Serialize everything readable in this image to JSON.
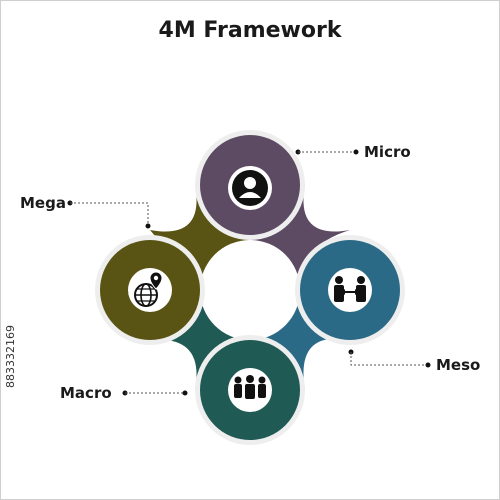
{
  "title": "4M Framework",
  "stock_id": "883332169",
  "colors": {
    "micro": "#5d4a63",
    "meso": "#2a6a86",
    "macro": "#1f5a55",
    "mega": "#5a5414",
    "icon_bg": "#ffffff",
    "icon_fg": "#111111"
  },
  "items": [
    {
      "key": "micro",
      "label": "Micro",
      "icon": "user-icon"
    },
    {
      "key": "meso",
      "label": "Meso",
      "icon": "two-people-exchange-icon"
    },
    {
      "key": "macro",
      "label": "Macro",
      "icon": "group-icon"
    },
    {
      "key": "mega",
      "label": "Mega",
      "icon": "globe-location-icon"
    }
  ]
}
